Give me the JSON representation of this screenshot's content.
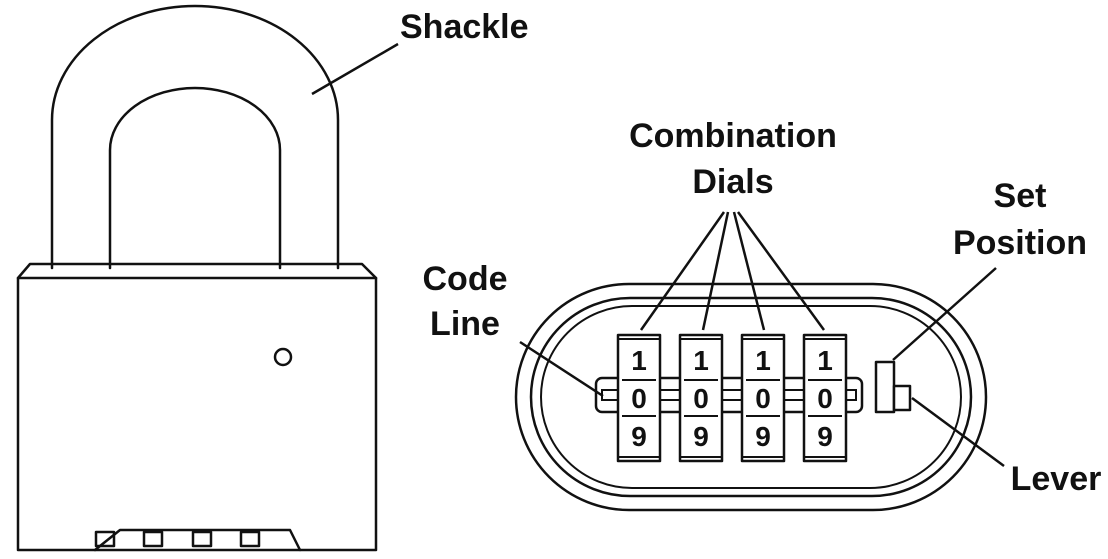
{
  "labels": {
    "shackle": "Shackle",
    "combination_line1": "Combination",
    "combination_line2": "Dials",
    "set_line1": "Set",
    "set_line2": "Position",
    "code_line1": "Code",
    "code_line2": "Line",
    "lever": "Lever"
  },
  "dials": [
    {
      "top": "1",
      "middle": "0",
      "bottom": "9"
    },
    {
      "top": "1",
      "middle": "0",
      "bottom": "9"
    },
    {
      "top": "1",
      "middle": "0",
      "bottom": "9"
    },
    {
      "top": "1",
      "middle": "0",
      "bottom": "9"
    }
  ]
}
